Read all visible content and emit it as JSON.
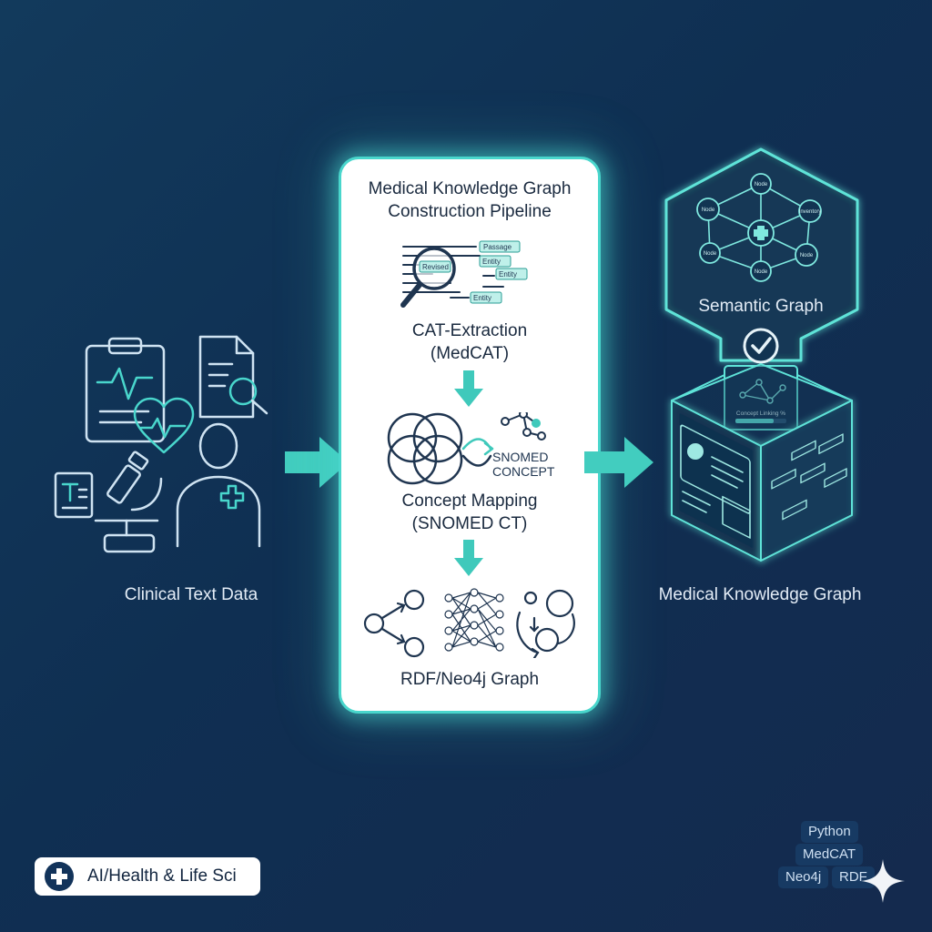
{
  "left": {
    "label": "Clinical Text Data"
  },
  "pipeline": {
    "title_line1": "Medical Knowledge Graph",
    "title_line2": "Construction Pipeline",
    "extract_tags": [
      "Passage",
      "Revised",
      "Entity",
      "Entity",
      "Entity"
    ],
    "step1_line1": "CAT-Extraction",
    "step1_line2": "(MedCAT)",
    "snomed_line1": "SNOMED",
    "snomed_line2": "CONCEPT",
    "step2_line1": "Concept Mapping",
    "step2_line2": "(SNOMED CT)",
    "step3": "RDF/Neo4j Graph"
  },
  "right": {
    "semantic_label": "Semantic Graph",
    "node_labels": [
      "Node",
      "Node",
      "Inventory",
      "Node",
      "Node",
      "Node"
    ],
    "linking_label": "Concept Linking %",
    "label": "Medical Knowledge Graph"
  },
  "badge": {
    "text": "AI/Health & Life Sci"
  },
  "tags": [
    "Python",
    "MedCAT",
    "Neo4j",
    "RDF"
  ],
  "colors": {
    "accent": "#49d6cc",
    "background": "#123a5c",
    "ink": "#1a2a3f"
  }
}
